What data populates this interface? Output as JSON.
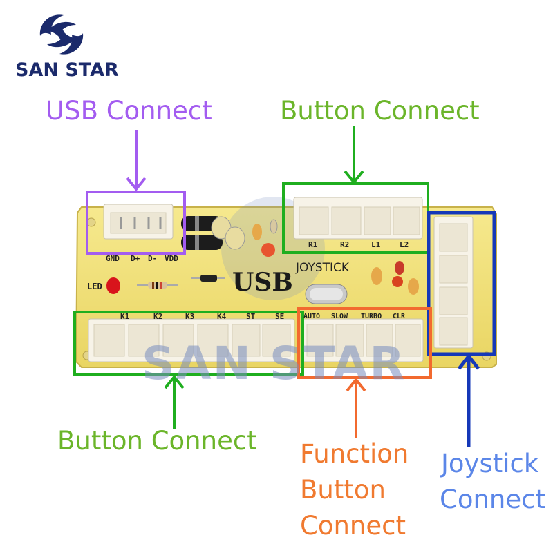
{
  "logo": {
    "text": "SAN STAR"
  },
  "watermark": "SAN STAR",
  "labels": {
    "usb_connect": "USB Connect",
    "button_connect_top": "Button Connect",
    "button_connect_bottom": "Button Connect",
    "function_line1": "Function",
    "function_line2": "Button",
    "function_line3": "Connect",
    "joystick_line1": "Joystick",
    "joystick_line2": "Connect"
  },
  "board": {
    "silk_usb": "USB",
    "silk_joystick": "JOYSTICK",
    "silk_led": "LED",
    "usb_pins": [
      "GND",
      "D+",
      "D-",
      "VDD"
    ],
    "top_buttons": [
      "R1",
      "R2",
      "L1",
      "L2"
    ],
    "bottom_buttons": [
      "K1",
      "K2",
      "K3",
      "K4",
      "ST",
      "SE"
    ],
    "function_buttons": [
      "AUTO",
      "SLOW",
      "TURBO",
      "CLR"
    ]
  },
  "colors": {
    "usb": "#a35cf0",
    "button": "#1fae1f",
    "button_text": "#6bb52a",
    "function": "#f26a2f",
    "function_text": "#f07a30",
    "joystick": "#1538b8",
    "joystick_text": "#5b86e8",
    "pcb": "#f2e07a"
  }
}
